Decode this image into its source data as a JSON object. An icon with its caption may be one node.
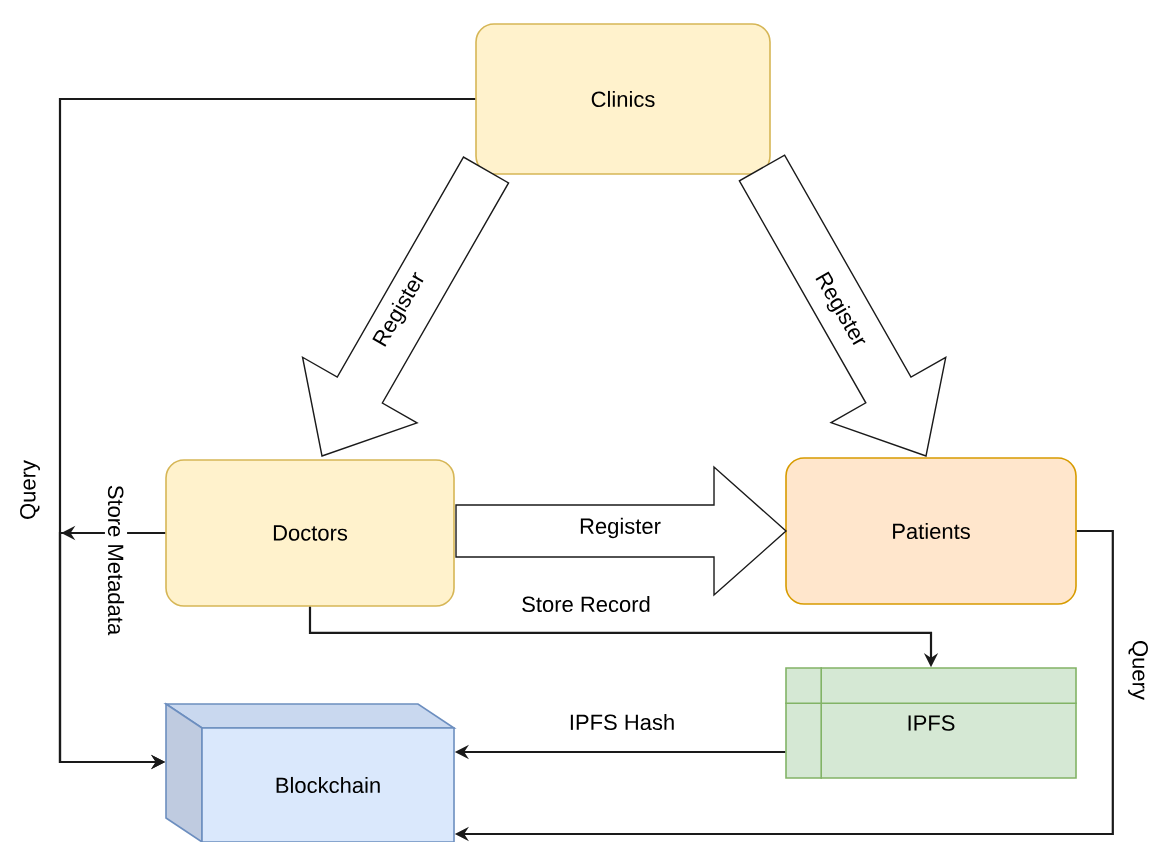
{
  "diagram": {
    "nodes": [
      {
        "text": [
          "Clinics"
        ]
      },
      {
        "text": [
          "Doctors"
        ]
      },
      {
        "text": [
          "Patients"
        ]
      },
      {
        "text": [
          "IPFS"
        ]
      },
      {
        "text": [
          "Blockchain"
        ]
      }
    ],
    "edges": [
      {
        "from": 0,
        "to": 1,
        "arrow": "to",
        "label": "Register",
        "style": "thick"
      },
      {
        "from": 0,
        "to": 2,
        "arrow": "to",
        "label": "Register",
        "style": "thick"
      },
      {
        "from": 1,
        "to": 2,
        "arrow": "to",
        "label": "Register",
        "style": "thick"
      },
      {
        "from": 1,
        "to": 3,
        "arrow": "to",
        "label": "Store Record"
      },
      {
        "from": 3,
        "to": 4,
        "arrow": "to",
        "label": "IPFS Hash"
      },
      {
        "from": 2,
        "to": 4,
        "arrow": "to",
        "label": "Query"
      },
      {
        "from": 0,
        "to": 4,
        "arrow": "to",
        "label": "Query"
      },
      {
        "from": 1,
        "to": 4,
        "arrow": "to",
        "label": "Store Metadata"
      }
    ]
  }
}
